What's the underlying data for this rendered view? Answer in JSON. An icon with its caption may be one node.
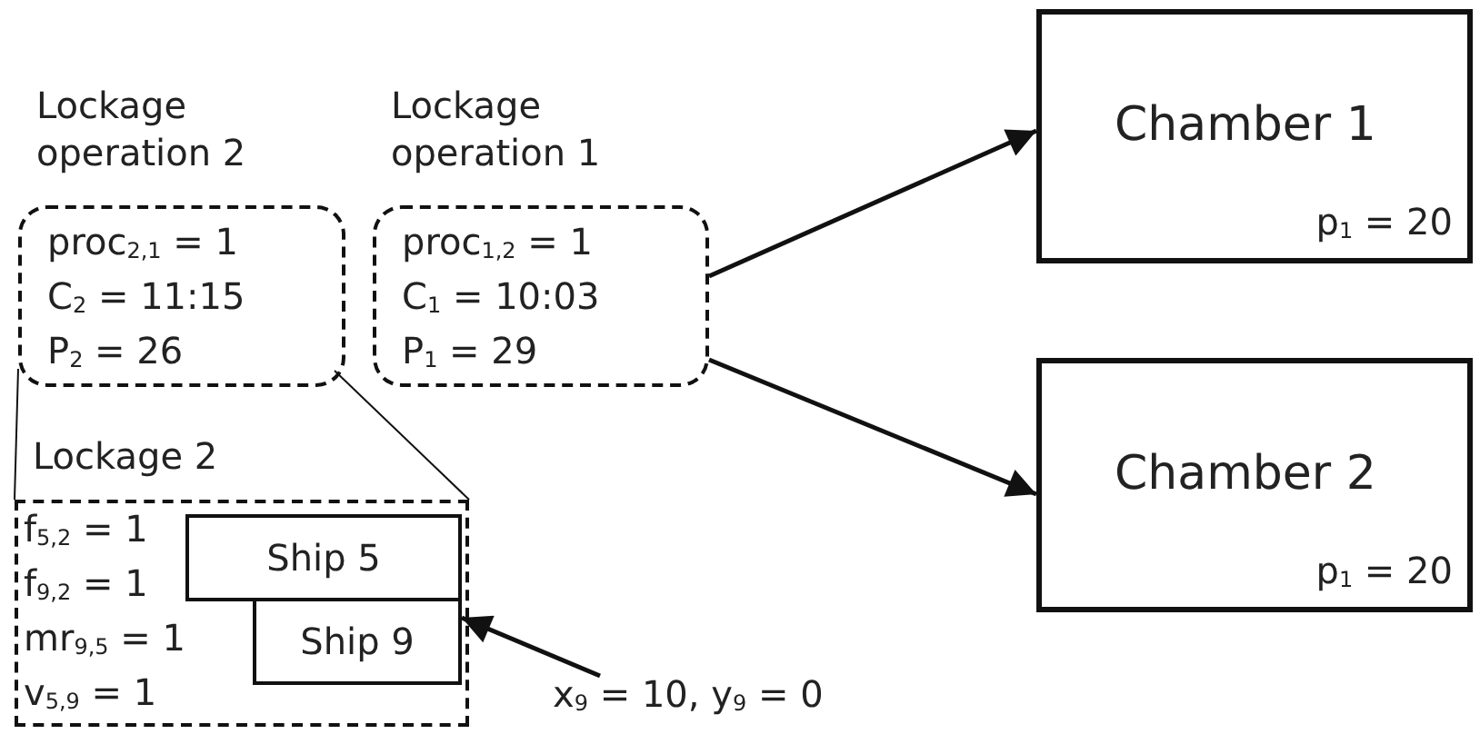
{
  "diagram": {
    "nodes": [
      {
        "text": [
          "Lockage operation 2",
          "proc$_{2,1}$ = 1",
          "C$_{2}$ = 11:15",
          "P$_{2}$ = 26"
        ]
      },
      {
        "text": [
          "Lockage operation 1",
          "proc$_{1,2}$ = 1",
          "C$_{1}$ = 10:03",
          "P$_{1}$ = 29"
        ]
      },
      {
        "text": [
          "Chamber 1",
          "p$_{1}$ = 20"
        ]
      },
      {
        "text": [
          "Chamber 2",
          "p$_{1}$ = 20"
        ]
      },
      {
        "text": [
          "Lockage 2",
          "f$_{5,2}$ = 1",
          "f$_{9,2}$ = 1",
          "mr$_{9,5}$ = 1",
          "v$_{5,9}$ = 1"
        ]
      },
      {
        "text": [
          "Ship 5"
        ],
        "in": 4
      },
      {
        "text": [
          "Ship 9"
        ],
        "in": 4
      },
      {
        "text": [
          "x$_{9}$ = 10, y$_{9}$ = 0"
        ]
      }
    ],
    "edges": [
      {
        "from": 1,
        "to": 2,
        "arrow": "to"
      },
      {
        "from": 1,
        "to": 3,
        "arrow": "to"
      },
      {
        "from": 0,
        "to": 4,
        "arrow": "none"
      },
      {
        "from": 0,
        "to": 4,
        "arrow": "none"
      },
      {
        "from": 7,
        "to": 6,
        "arrow": "to"
      }
    ]
  }
}
